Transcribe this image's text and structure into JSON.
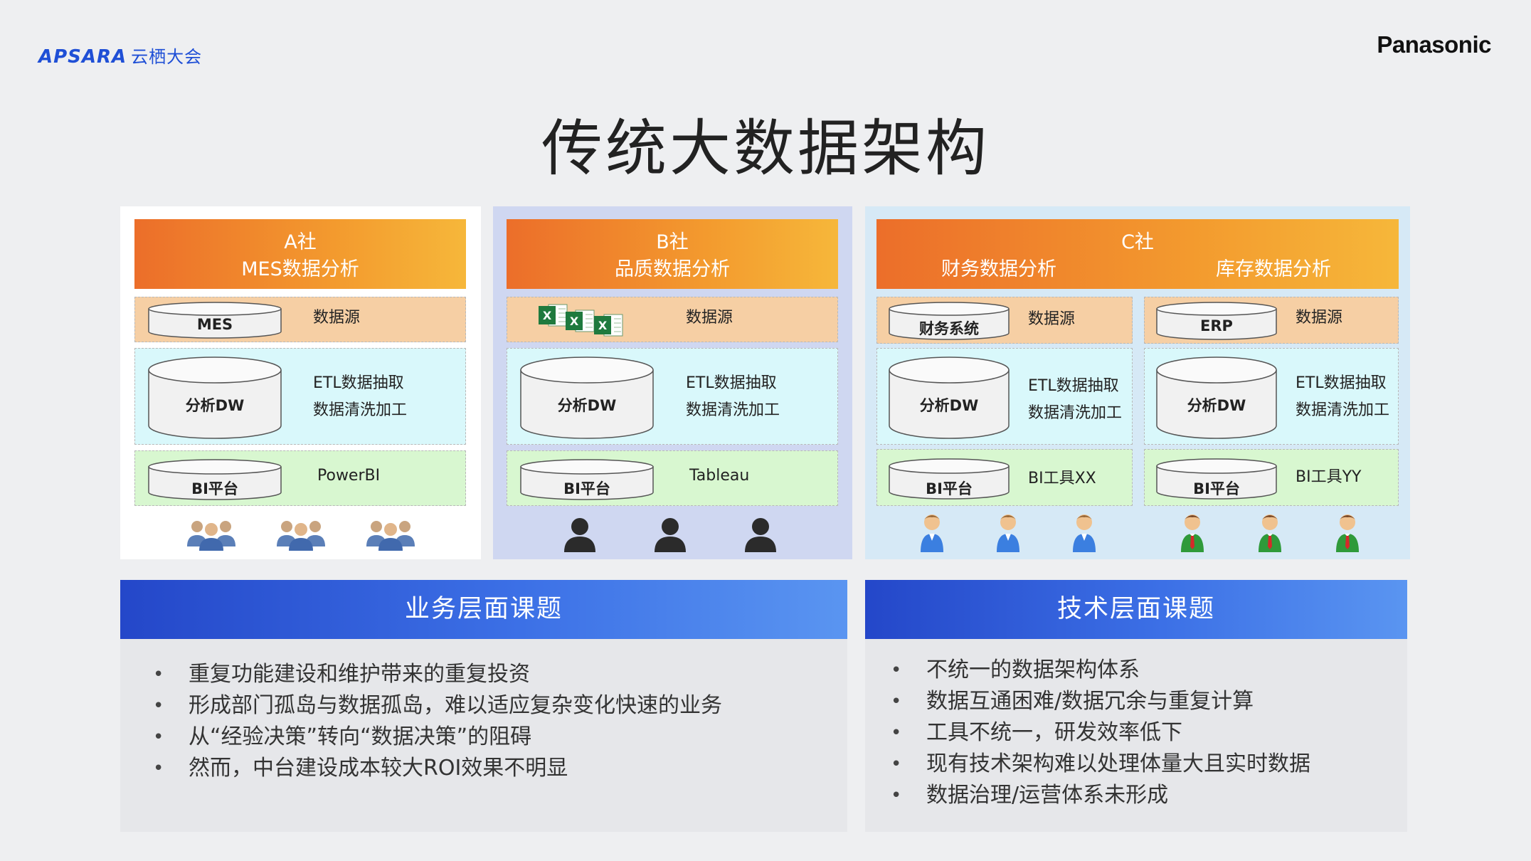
{
  "header": {
    "logo_left": "APSARA",
    "logo_left_cn": "云栖大会",
    "logo_right": "Panasonic",
    "title": "传统大数据架构"
  },
  "panels": {
    "a": {
      "header_line1": "A社",
      "header_line2": "MES数据分析",
      "source_cyl": "MES",
      "source_text": "数据源",
      "dw_cyl": "分析DW",
      "dw_text1": "ETL数据抽取",
      "dw_text2": "数据清洗加工",
      "bi_cyl": "BI平台",
      "bi_text": "PowerBI",
      "users_icon": "user-group-icon"
    },
    "b": {
      "header_line1": "B社",
      "header_line2": "品质数据分析",
      "source_icon": "excel-files-icon",
      "source_text": "数据源",
      "dw_cyl": "分析DW",
      "dw_text1": "ETL数据抽取",
      "dw_text2": "数据清洗加工",
      "bi_cyl": "BI平台",
      "bi_text": "Tableau",
      "users_icon": "dark-user-icon"
    },
    "c": {
      "header_line1": "C社",
      "header_left": "财务数据分析",
      "header_right": "库存数据分析",
      "left": {
        "source_cyl": "财务系统",
        "source_text": "数据源",
        "dw_cyl": "分析DW",
        "dw_text1": "ETL数据抽取",
        "dw_text2": "数据清洗加工",
        "bi_cyl": "BI平台",
        "bi_text": "BI工具XX",
        "users_icon": "blue-user-icon"
      },
      "right": {
        "source_cyl": "ERP",
        "source_text": "数据源",
        "dw_cyl": "分析DW",
        "dw_text1": "ETL数据抽取",
        "dw_text2": "数据清洗加工",
        "bi_cyl": "BI平台",
        "bi_text": "BI工具YY",
        "users_icon": "green-user-icon"
      }
    }
  },
  "business": {
    "title": "业务层面课题",
    "items": [
      "重复功能建设和维护带来的重复投资",
      "形成部门孤岛与数据孤岛，难以适应复杂变化快速的业务",
      "从“经验决策”转向“数据决策”的阻碍",
      "然而，中台建设成本较大ROI效果不明显"
    ]
  },
  "technical": {
    "title": "技术层面课题",
    "items": [
      "不统一的数据架构体系",
      "数据互通困难/数据冗余与重复计算",
      "工具不统一，研发效率低下",
      "现有技术架构难以处理体量大且实时数据",
      "数据治理/运营体系未形成"
    ]
  },
  "colors": {
    "orange_start": "#ec6e2a",
    "orange_end": "#f6b73a",
    "blue_start": "#2447c9",
    "blue_end": "#5a95f1",
    "source_row": "#f6cfa4",
    "dw_row": "#d9f8fb",
    "bi_row": "#d8f7d0"
  }
}
